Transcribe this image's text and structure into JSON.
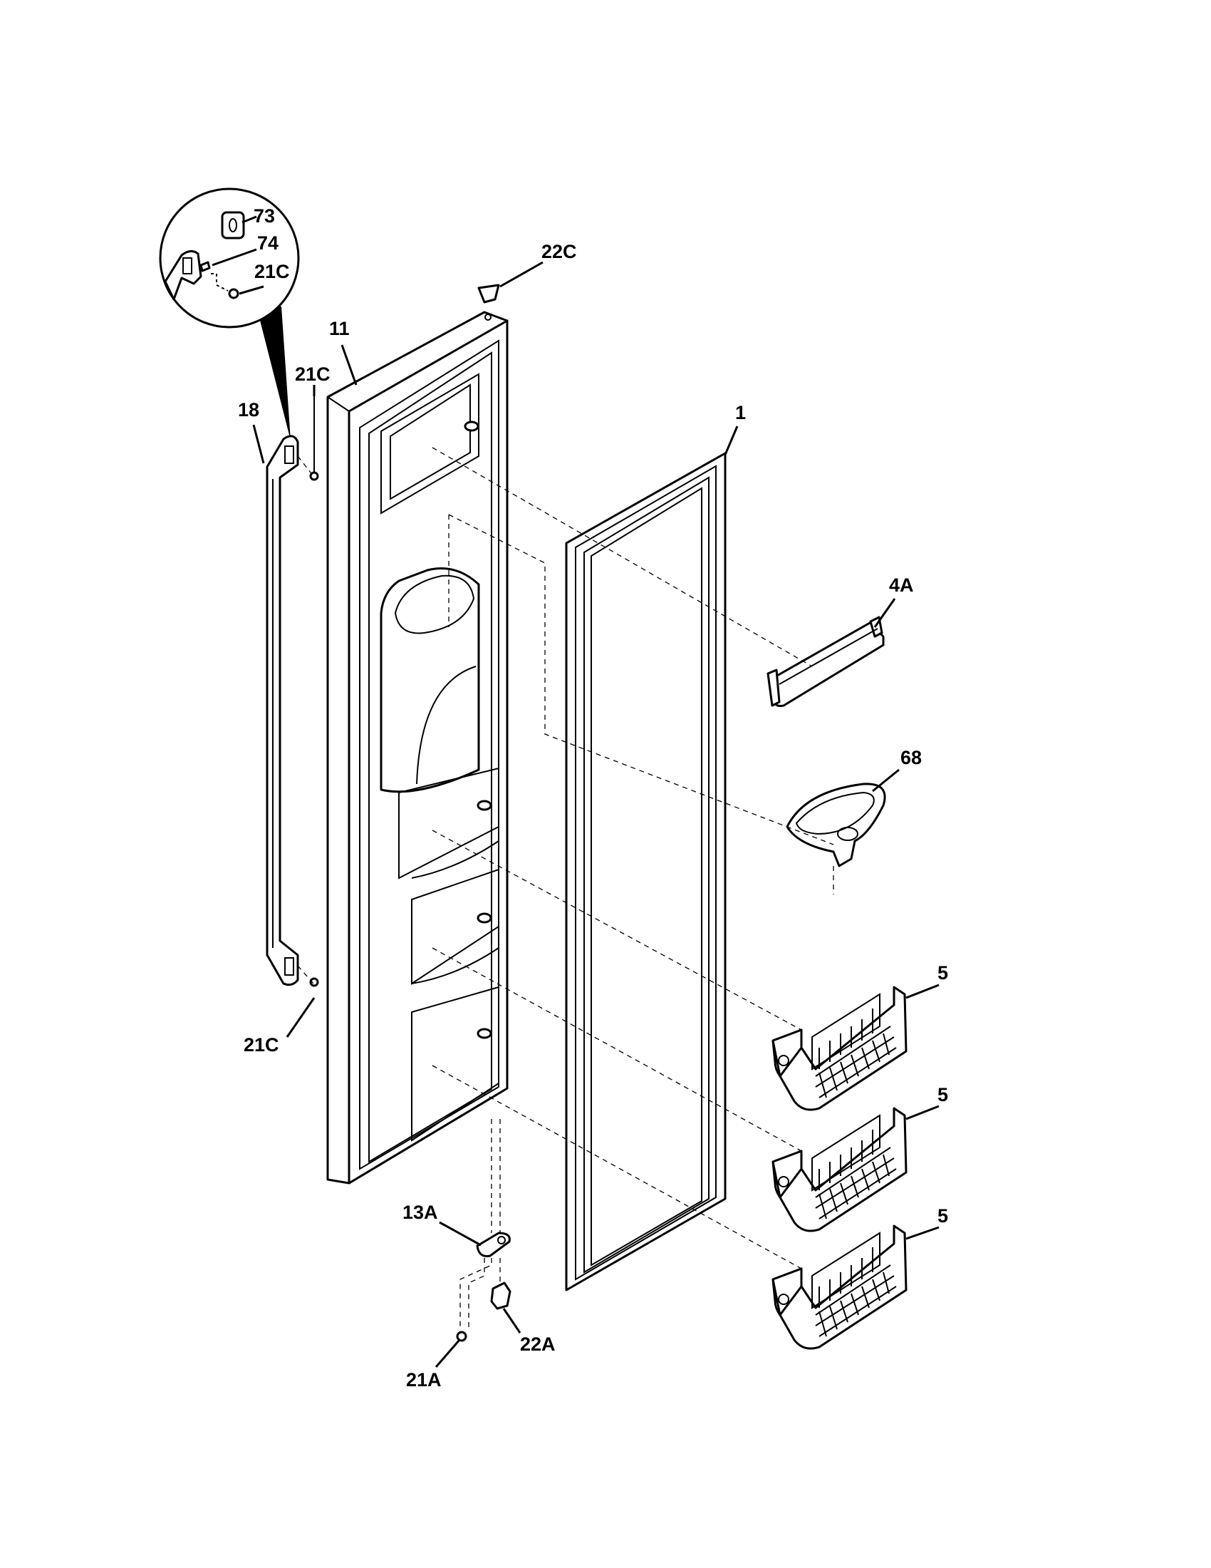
{
  "diagram": {
    "callouts": [
      {
        "id": "73",
        "text": "73"
      },
      {
        "id": "74",
        "text": "74"
      },
      {
        "id": "21C_detail",
        "text": "21C"
      },
      {
        "id": "22C",
        "text": "22C"
      },
      {
        "id": "11",
        "text": "11"
      },
      {
        "id": "21C_top",
        "text": "21C"
      },
      {
        "id": "18",
        "text": "18"
      },
      {
        "id": "1",
        "text": "1"
      },
      {
        "id": "4A",
        "text": "4A"
      },
      {
        "id": "68",
        "text": "68"
      },
      {
        "id": "5_a",
        "text": "5"
      },
      {
        "id": "5_b",
        "text": "5"
      },
      {
        "id": "5_c",
        "text": "5"
      },
      {
        "id": "21C_bottom",
        "text": "21C"
      },
      {
        "id": "13A",
        "text": "13A"
      },
      {
        "id": "22A",
        "text": "22A"
      },
      {
        "id": "21A",
        "text": "21A"
      }
    ]
  }
}
